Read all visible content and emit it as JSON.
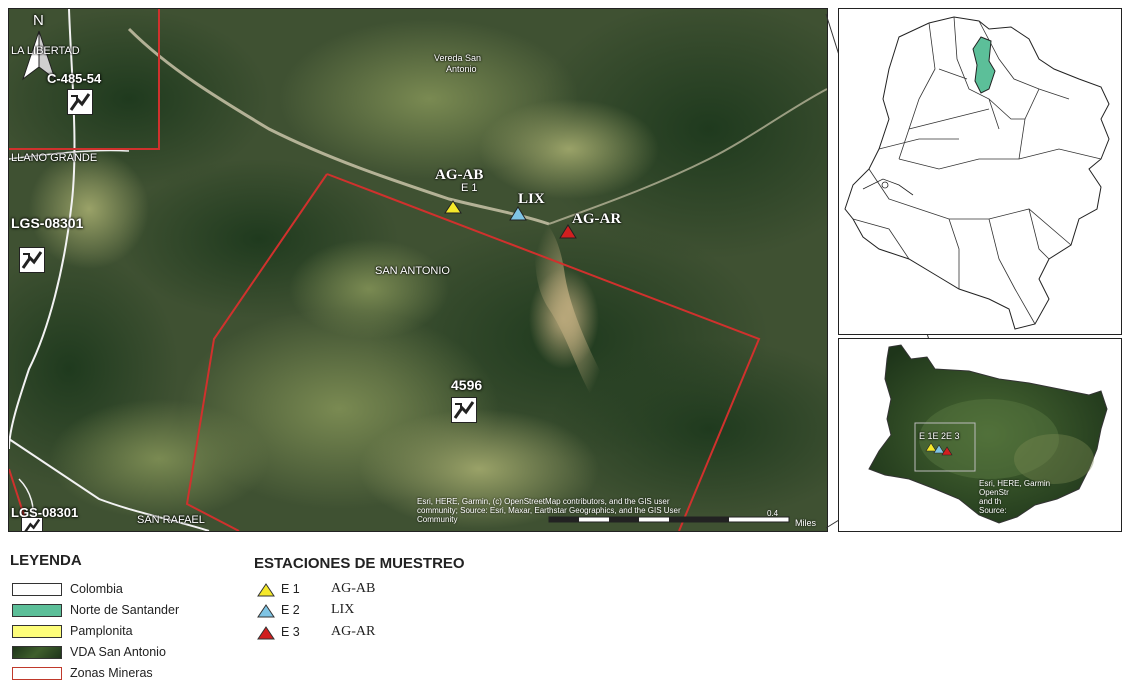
{
  "main_map": {
    "north_label": "N",
    "places": {
      "la_libertad": "LA LIBERTAD",
      "llano_grande": "LLANO GRANDE",
      "vereda_line1": "Vereda San",
      "vereda_line2": "Antonio",
      "san_antonio": "SAN ANTONIO",
      "san_rafael": "SAN RAFAEL"
    },
    "mine_codes": {
      "c48554": "C-485-54",
      "lgs_top": "LGS-08301",
      "code_4596": "4596",
      "lgs_bottom": "LGS-08301"
    },
    "stations": {
      "e1_code": "E 1",
      "e1_name": "AG-AB",
      "e2_name": "LIX",
      "e3_name": "AG-AR"
    },
    "attribution_line1": "Esri, HERE, Garmin, (c) OpenStreetMap contributors, and the GIS user",
    "attribution_line2": "community; Source: Esri, Maxar, Earthstar Geographics, and the GIS User",
    "attribution_line3": "Community",
    "scale_value": "0.4",
    "scale_unit": "Miles"
  },
  "inset_vereda": {
    "station_labels": "E 1E 2E 3",
    "attribution_line1": "Esri, HERE, Garmin",
    "attribution_line2": "OpenStr",
    "attribution_line3": "and th",
    "attribution_line4": "Source:"
  },
  "legend": {
    "title": "LEYENDA",
    "items": [
      {
        "label": "Colombia",
        "color": "#ffffff"
      },
      {
        "label": "Norte de Santander",
        "color": "#5cbf99"
      },
      {
        "label": "Pamplonita",
        "color": "#fdfd7a"
      },
      {
        "label": "VDA San Antonio",
        "color": "#24401c"
      },
      {
        "label": "Zonas Mineras",
        "color": "#ffffff",
        "border": "#c0392b"
      }
    ]
  },
  "stations_legend": {
    "title": "ESTACIONES DE MUESTREO",
    "items": [
      {
        "code": "E 1",
        "name": "AG-AB",
        "color": "#f5e82a"
      },
      {
        "code": "E 2",
        "name": "LIX",
        "color": "#7fc4e4"
      },
      {
        "code": "E 3",
        "name": "AG-AR",
        "color": "#d11f1f"
      }
    ]
  }
}
